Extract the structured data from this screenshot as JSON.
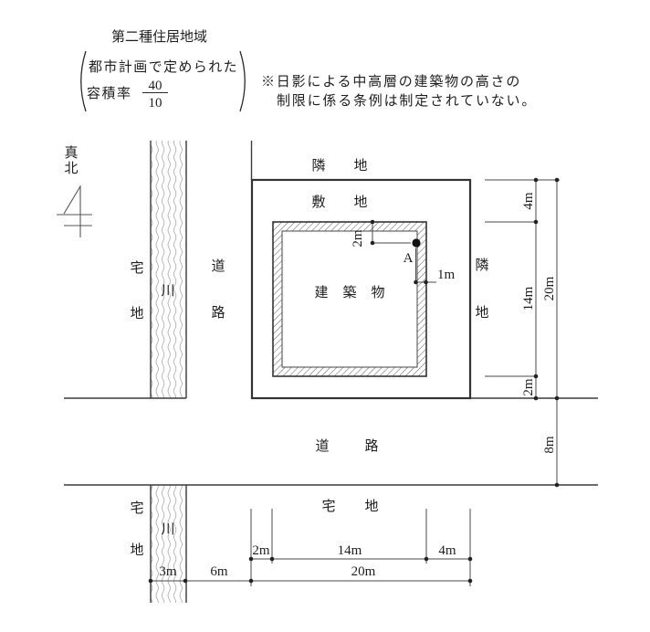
{
  "header": {
    "district": "第二種住居地域",
    "parenthetical": {
      "line1": "都市計画で定められた",
      "ratio_label": "容積率",
      "ratio_numerator": "40",
      "ratio_denominator": "10"
    },
    "note_line1": "※日影による中高層の建築物の高さの",
    "note_line2": "制限に係る条例は制定されていない。"
  },
  "compass": {
    "true_north": "真北"
  },
  "plan": {
    "region_labels": {
      "neighbor_north": "隣地",
      "site": "敷地",
      "building": "建築物",
      "neighbor_east": "隣地",
      "road_vertical": "道路",
      "road_horizontal": "道路",
      "residential_northwest": "宅地",
      "residential_southwest": "宅地",
      "residential_south": "宅地",
      "river_upper": "川",
      "river_lower": "川",
      "point_label": "A"
    },
    "dimensions": {
      "site_right": {
        "north_setback": "4m",
        "building_depth": "14m",
        "south_setback": "2m",
        "site_depth": "20m"
      },
      "road_width_south": "8m",
      "site_bottom": {
        "west_setback": "2m",
        "building_width": "14m",
        "east_setback": "4m"
      },
      "bottom_totals": {
        "river_width": "3m",
        "road_width": "6m",
        "site_width": "20m"
      },
      "point_a": {
        "from_north": "2m",
        "from_east": "1m"
      }
    }
  },
  "colors": {
    "line": "#3a3a3a",
    "text": "#1e1e1e",
    "background": "#ffffff"
  }
}
